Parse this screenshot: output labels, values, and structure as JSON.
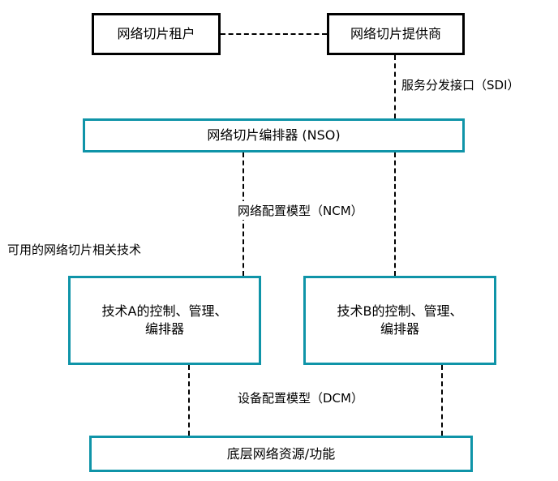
{
  "diagram": {
    "colors": {
      "accent_teal": "#0F94A8",
      "node_border_black": "#000000",
      "line_color": "#000000",
      "background": "#FFFFFF",
      "text_color": "#000000"
    },
    "nodes": {
      "tenant": {
        "label": "网络切片租户"
      },
      "provider": {
        "label": "网络切片提供商"
      },
      "nso": {
        "label": "网络切片编排器 (NSO)"
      },
      "tech_a": {
        "label": "技术A的控制、管理、\n编排器"
      },
      "tech_b": {
        "label": "技术B的控制、管理、\n编排器"
      },
      "resources": {
        "label": "底层网络资源/功能"
      }
    },
    "edge_labels": {
      "sdi": "服务分发接口（SDI）",
      "ncm": "网络配置模型（NCM）",
      "dcm": "设备配置模型（DCM）",
      "available_tech": "可用的网络切片相关技术"
    }
  }
}
